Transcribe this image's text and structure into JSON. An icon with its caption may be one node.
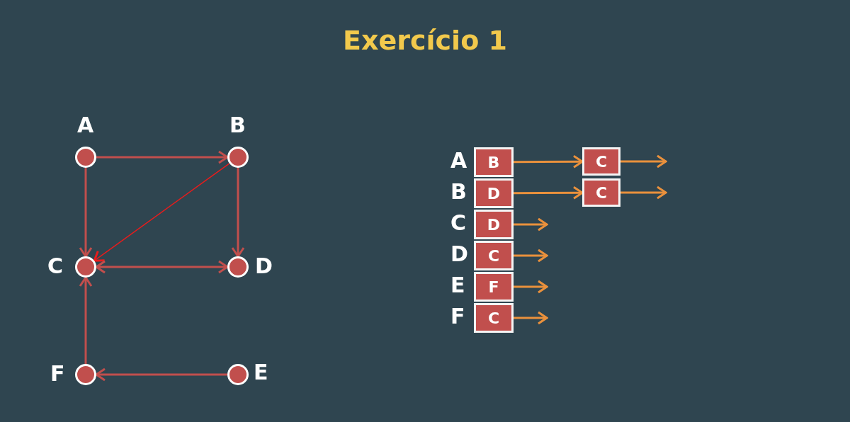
{
  "diagram": {
    "title": "Exercício 1",
    "nodes": [
      {
        "text": [],
        "shape": "circle",
        "beside": [
          "A"
        ]
      },
      {
        "text": [],
        "shape": "circle",
        "beside": [
          "B"
        ]
      },
      {
        "text": [],
        "shape": "circle",
        "beside": [
          "C"
        ]
      },
      {
        "text": [],
        "shape": "circle",
        "beside": [
          "D"
        ]
      },
      {
        "text": [],
        "shape": "circle",
        "beside": [
          "F"
        ]
      },
      {
        "text": [],
        "shape": "circle",
        "beside": [
          "E"
        ]
      },
      {
        "text": [
          "B"
        ]
      },
      {
        "text": [
          "C"
        ]
      },
      {
        "text": [
          "D"
        ]
      },
      {
        "text": [
          "C"
        ]
      },
      {
        "text": [
          "D"
        ]
      },
      {
        "text": [
          "C"
        ]
      },
      {
        "text": [
          "F"
        ]
      },
      {
        "text": [
          "C"
        ]
      }
    ],
    "edges": [
      {
        "from": 0,
        "to": 1,
        "arrow": "to",
        "color": "#c14f4d"
      },
      {
        "from": 0,
        "to": 2,
        "arrow": "to",
        "color": "#c14f4d"
      },
      {
        "from": 1,
        "to": 2,
        "arrow": "to",
        "color": "#e81c1c"
      },
      {
        "from": 1,
        "to": 3,
        "arrow": "to",
        "color": "#c14f4d"
      },
      {
        "from": 2,
        "to": 3,
        "arrow": "both",
        "color": "#c14f4d"
      },
      {
        "from": 4,
        "to": 2,
        "arrow": "to",
        "color": "#c14f4d"
      },
      {
        "from": 5,
        "to": 4,
        "arrow": "to",
        "color": "#c14f4d"
      },
      {
        "from": 6,
        "to": 7,
        "arrow": "to"
      },
      {
        "from": 7,
        "to": null,
        "arrow": "to"
      },
      {
        "from": 8,
        "to": 9,
        "arrow": "to"
      },
      {
        "from": 9,
        "to": null,
        "arrow": "to"
      },
      {
        "from": 10,
        "to": null,
        "arrow": "to"
      },
      {
        "from": 11,
        "to": null,
        "arrow": "to"
      },
      {
        "from": 12,
        "to": null,
        "arrow": "to"
      },
      {
        "from": 13,
        "to": null,
        "arrow": "to"
      }
    ],
    "labels": [
      "A",
      "B",
      "C",
      "D",
      "E",
      "F"
    ]
  }
}
